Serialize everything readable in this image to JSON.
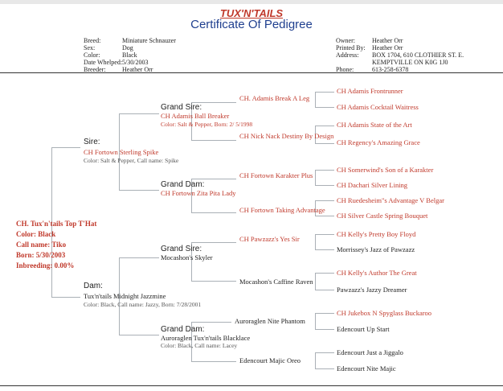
{
  "header": {
    "brand": "TUX'N'TAILS",
    "title": "Certificate Of Pedigree"
  },
  "left_info": {
    "labels": [
      "Breed:",
      "Sex:",
      "Color:",
      "Date Whelped:",
      "Breeder:"
    ],
    "values": [
      "Miniature Schnauzer",
      "Dog",
      "Black",
      "5/30/2003",
      "Heather Orr"
    ]
  },
  "right_info": {
    "labels": [
      "Owner:",
      "Printed By:",
      "Address:",
      "",
      "Phone:"
    ],
    "values": [
      "Heather Orr",
      "Heather Orr",
      "BOX 1704, 610 CLOTHIER ST. E.",
      "KEMPTVILLE ON K0G 1J0",
      "613-258-6378"
    ]
  },
  "dog": {
    "name": "CH. Tux'n'tails Top T'Hat",
    "color": "Color:  Black",
    "call_name": "Call name:  Tiko",
    "born": "Born:  5/30/2003",
    "inbreeding": "Inbreeding:  0.00%"
  },
  "sire": {
    "label": "Sire:",
    "name": "CH Fortown Sterling Spike",
    "details": "Color:  Salt & Pepper, Call name:  Spike"
  },
  "dam": {
    "label": "Dam:",
    "name": "Tux'n'tails Midnight Jazzmine",
    "details": "Color:  Black, Call name:  Jazzy, Born:  7/28/2001"
  },
  "grand": {
    "ss": {
      "label": "Grand Sire:",
      "name": "CH Adamis Ball Breaker",
      "details": "Color:  Salt & Pepper, Born:  2/ 5/1998"
    },
    "sd": {
      "label": "Grand Dam:",
      "name": "CH Fortown Zita Pita Lady"
    },
    "ds": {
      "label": "Grand Sire:",
      "name": "Mocashon's Skyler"
    },
    "dd": {
      "label": "Grand Dam:",
      "name": "Auroraglen Tux'n'tails Blacklace",
      "details": "Color:  Black, Call name:  Lacey"
    }
  },
  "gen3": [
    "CH. Adamis Break A Leg",
    "CH Nick Nack Destiny By Design",
    "CH Fortown Karakter Plus",
    "CH Fortown Taking Advantage",
    "CH Pawzazz's Yes Sir",
    "Mocashon's Caffine Raven",
    "Auroraglen Nite Phantom",
    "Edencourt Majic Oreo"
  ],
  "gen4": [
    "CH Adamis Frontrunner",
    "CH Adamis Cocktail Waitress",
    "CH Adamis State of the Art",
    "CH Regency's Amazing Grace",
    "CH Somerwind's Son of a Karakter",
    "CH Dachari Silver Lining",
    "CH Ruedesheim\"s Advantage V Belgar",
    "CH Silver Castle Spring Bouquet",
    "CH Kelly's Pretty Boy Floyd",
    "Morrissey's Jazz of Pawzazz",
    "CH Kelly's Author The Great",
    "Pawzazz's Jazzy Dreamer",
    "CH Jukebox N Spyglass Buckaroo",
    "Edencourt Up Start",
    "Edencourt Just a Jiggalo",
    "Edencourt Nite Majic"
  ],
  "colors": {
    "accent_red": "#c0392b",
    "title_blue": "#1f3f8f",
    "line_gray": "#aab0b6"
  }
}
